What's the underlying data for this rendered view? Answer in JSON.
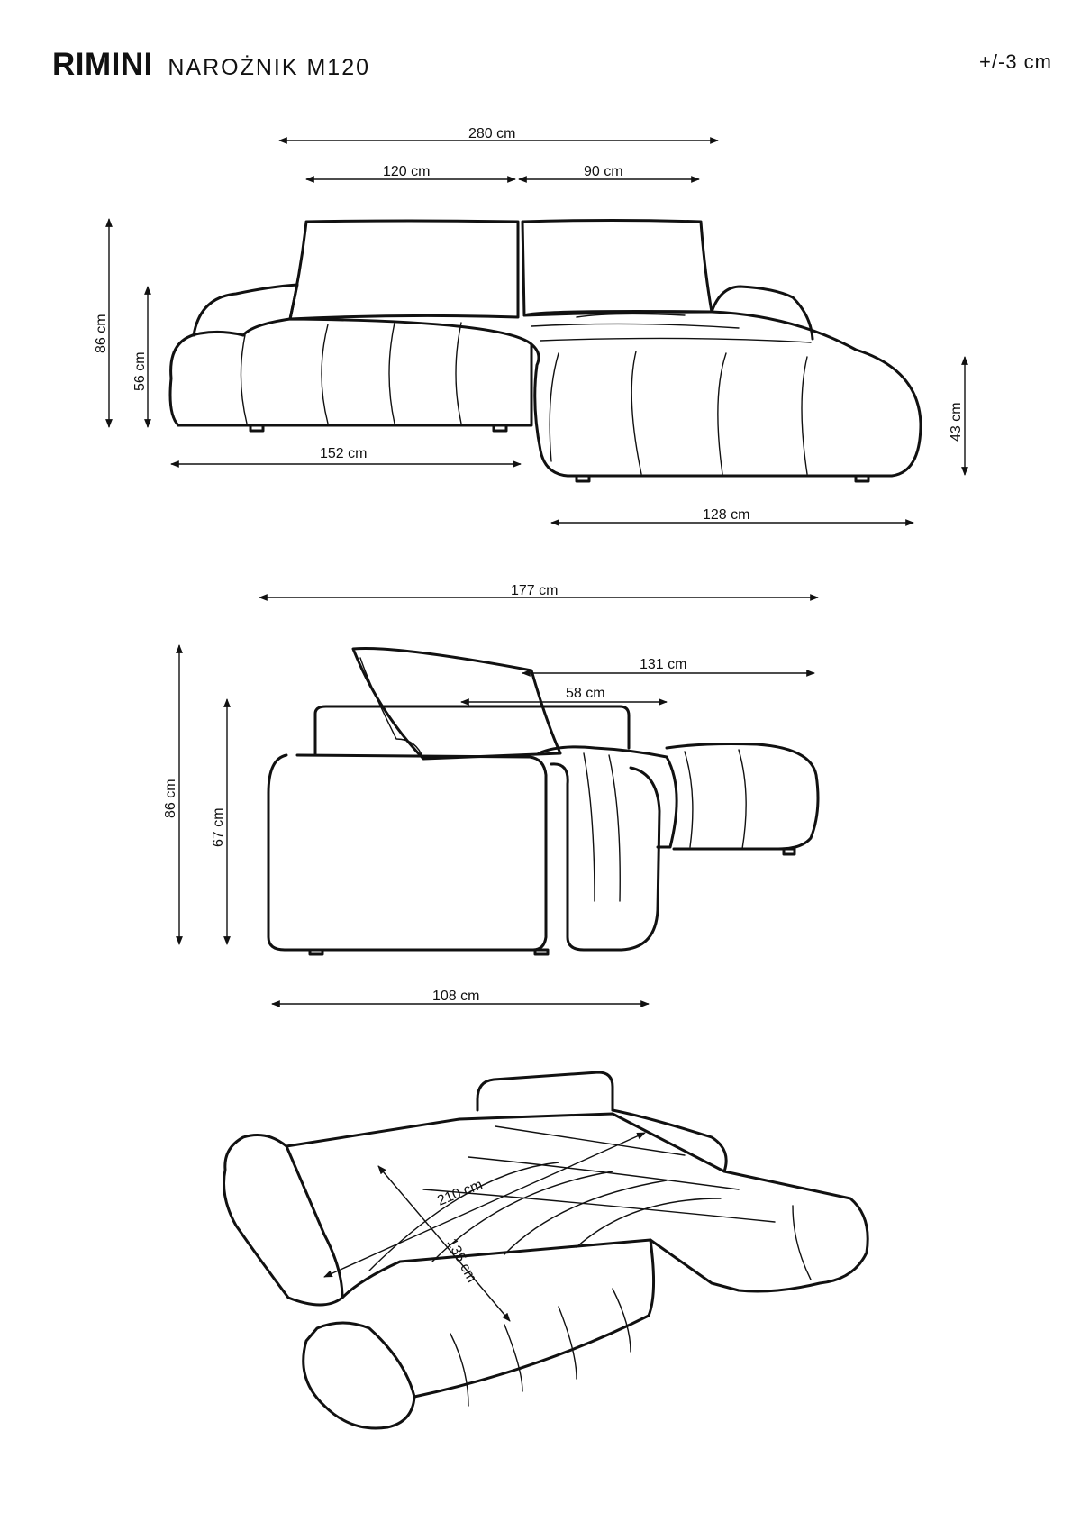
{
  "header": {
    "model": "RIMINI",
    "variant": "NAROŻNIK M120",
    "tolerance": "+/-3 cm"
  },
  "front_view": {
    "overall_width": "280 cm",
    "backrest_left_width": "120 cm",
    "backrest_right_width": "90 cm",
    "total_height": "86 cm",
    "seat_height": "56 cm",
    "chaise_height": "43 cm",
    "sofa_width": "152 cm",
    "chaise_width": "128 cm"
  },
  "side_view": {
    "overall_depth": "177 cm",
    "chaise_extension": "131 cm",
    "seat_depth": "58 cm",
    "total_height": "86 cm",
    "armrest_height": "67 cm",
    "base_depth": "108 cm"
  },
  "bed_view": {
    "bed_length": "210 cm",
    "bed_width": "135 cm"
  },
  "colors": {
    "line": "#111111",
    "background": "#ffffff"
  }
}
